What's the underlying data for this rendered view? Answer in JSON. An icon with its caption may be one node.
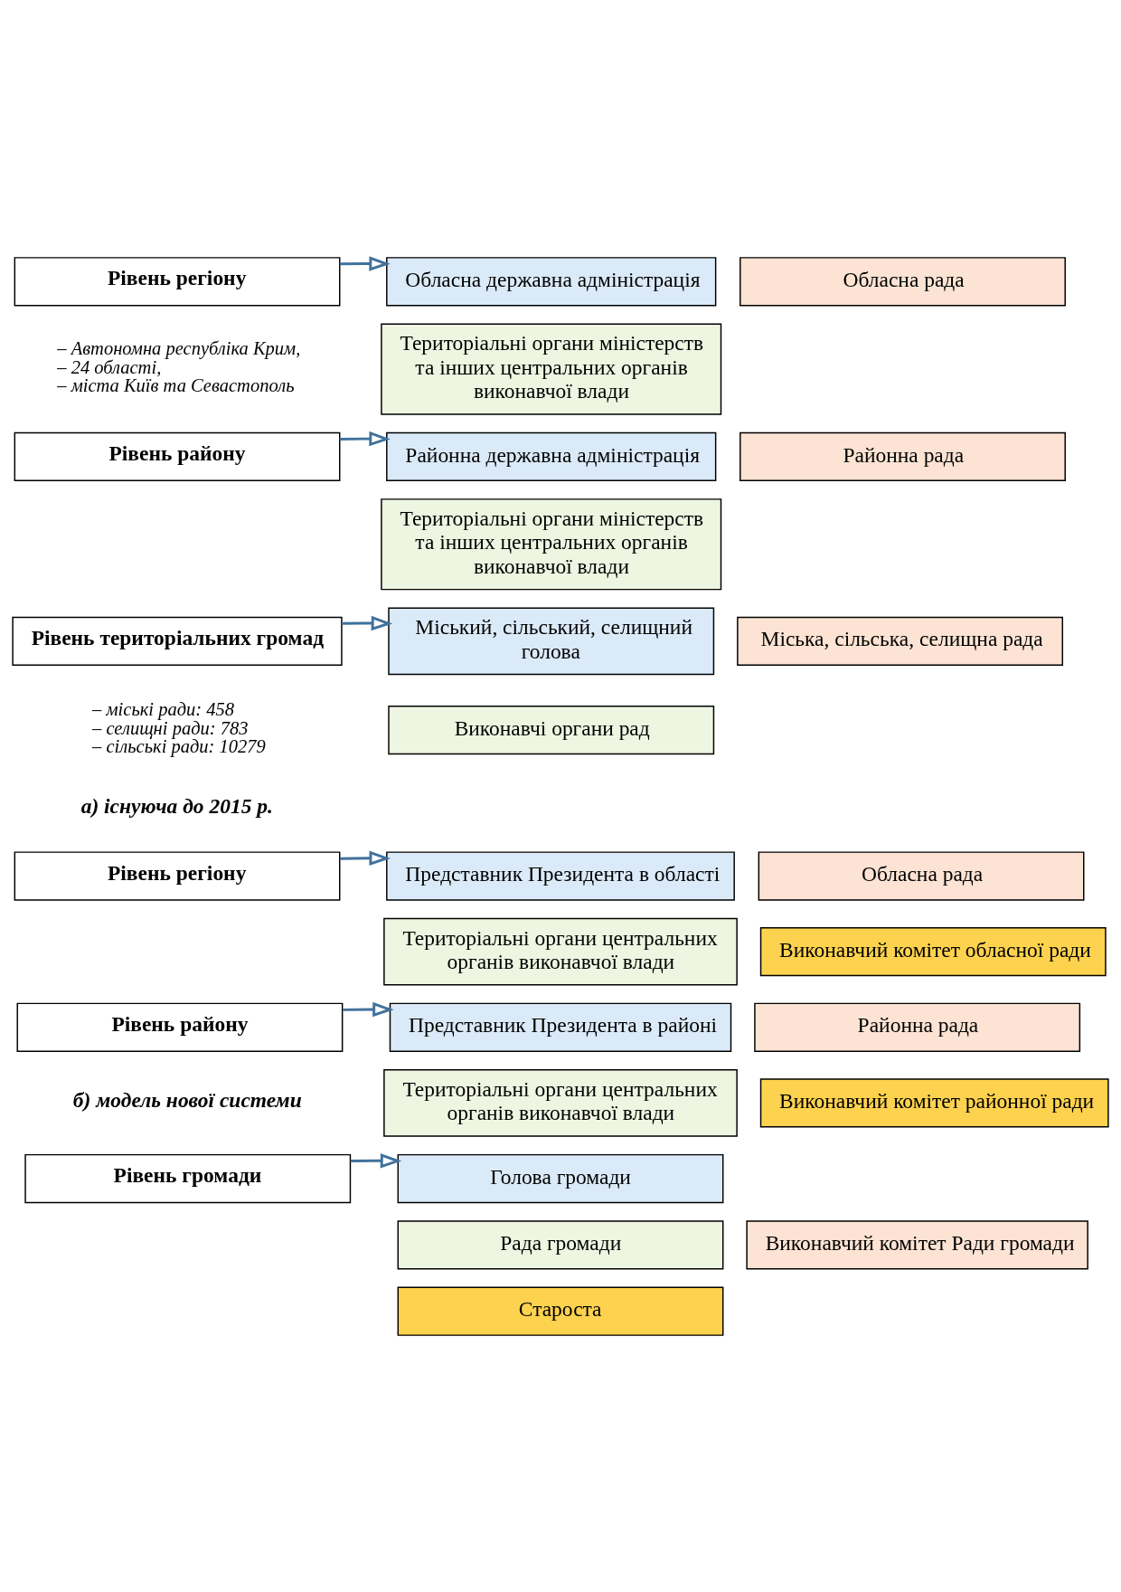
{
  "diagram": {
    "nodes": [
      {
        "text": [
          "Рівень регіону"
        ],
        "beside": [
          "– Автономна республіка Крим,",
          "– 24 області,",
          "– міста Київ та Севастополь"
        ]
      },
      {
        "text": [
          "Обласна державна адміністрація"
        ]
      },
      {
        "text": [
          "Обласна рада"
        ]
      },
      {
        "text": [
          "Територіальні органи міністерств та інших центральних органів виконавчої влади"
        ]
      },
      {
        "text": [
          "Рівень району"
        ]
      },
      {
        "text": [
          "Районна державна адміністрація"
        ]
      },
      {
        "text": [
          "Районна рада"
        ]
      },
      {
        "text": [
          "Територіальні органи міністерств та інших центральних органів виконавчої влади"
        ]
      },
      {
        "text": [
          "Рівень територіальних громад"
        ],
        "beside": [
          "– міські ради: 458",
          "– селищні ради: 783",
          "– сільські ради: 10279"
        ]
      },
      {
        "text": [
          "Міський, сільський, селищний голова"
        ]
      },
      {
        "text": [
          "Міська, сільська, селищна рада"
        ]
      },
      {
        "text": [
          "Виконавчі органи рад"
        ]
      },
      {
        "text": [
          "Рівень регіону"
        ]
      },
      {
        "text": [
          "Представник Президента в області"
        ]
      },
      {
        "text": [
          "Обласна рада"
        ]
      },
      {
        "text": [
          "Територіальні органи центральних органів виконавчої влади"
        ]
      },
      {
        "text": [
          "Виконавчий комітет обласної ради"
        ]
      },
      {
        "text": [
          "Рівень району"
        ]
      },
      {
        "text": [
          "Представник Президента в районі"
        ]
      },
      {
        "text": [
          "Районна рада"
        ]
      },
      {
        "text": [
          "Територіальні органи центральних органів виконавчої влади"
        ]
      },
      {
        "text": [
          "Виконавчий комітет районної ради"
        ]
      },
      {
        "text": [
          "Рівень громади"
        ]
      },
      {
        "text": [
          "Голова громади"
        ]
      },
      {
        "text": [
          "Рада громади"
        ]
      },
      {
        "text": [
          "Виконавчий комітет Ради громади"
        ]
      },
      {
        "text": [
          "Староста"
        ]
      }
    ],
    "edges": [
      {
        "from": 0,
        "to": 1,
        "arrow": "to"
      },
      {
        "from": 4,
        "to": 5,
        "arrow": "to"
      },
      {
        "from": 8,
        "to": 9,
        "arrow": "to"
      },
      {
        "from": 12,
        "to": 13,
        "arrow": "to"
      },
      {
        "from": 17,
        "to": 18,
        "arrow": "to"
      },
      {
        "from": 22,
        "to": 23,
        "arrow": "to"
      }
    ],
    "labels": [
      "а) існуюча до 2015 р.",
      "б) модель нової системи"
    ]
  }
}
